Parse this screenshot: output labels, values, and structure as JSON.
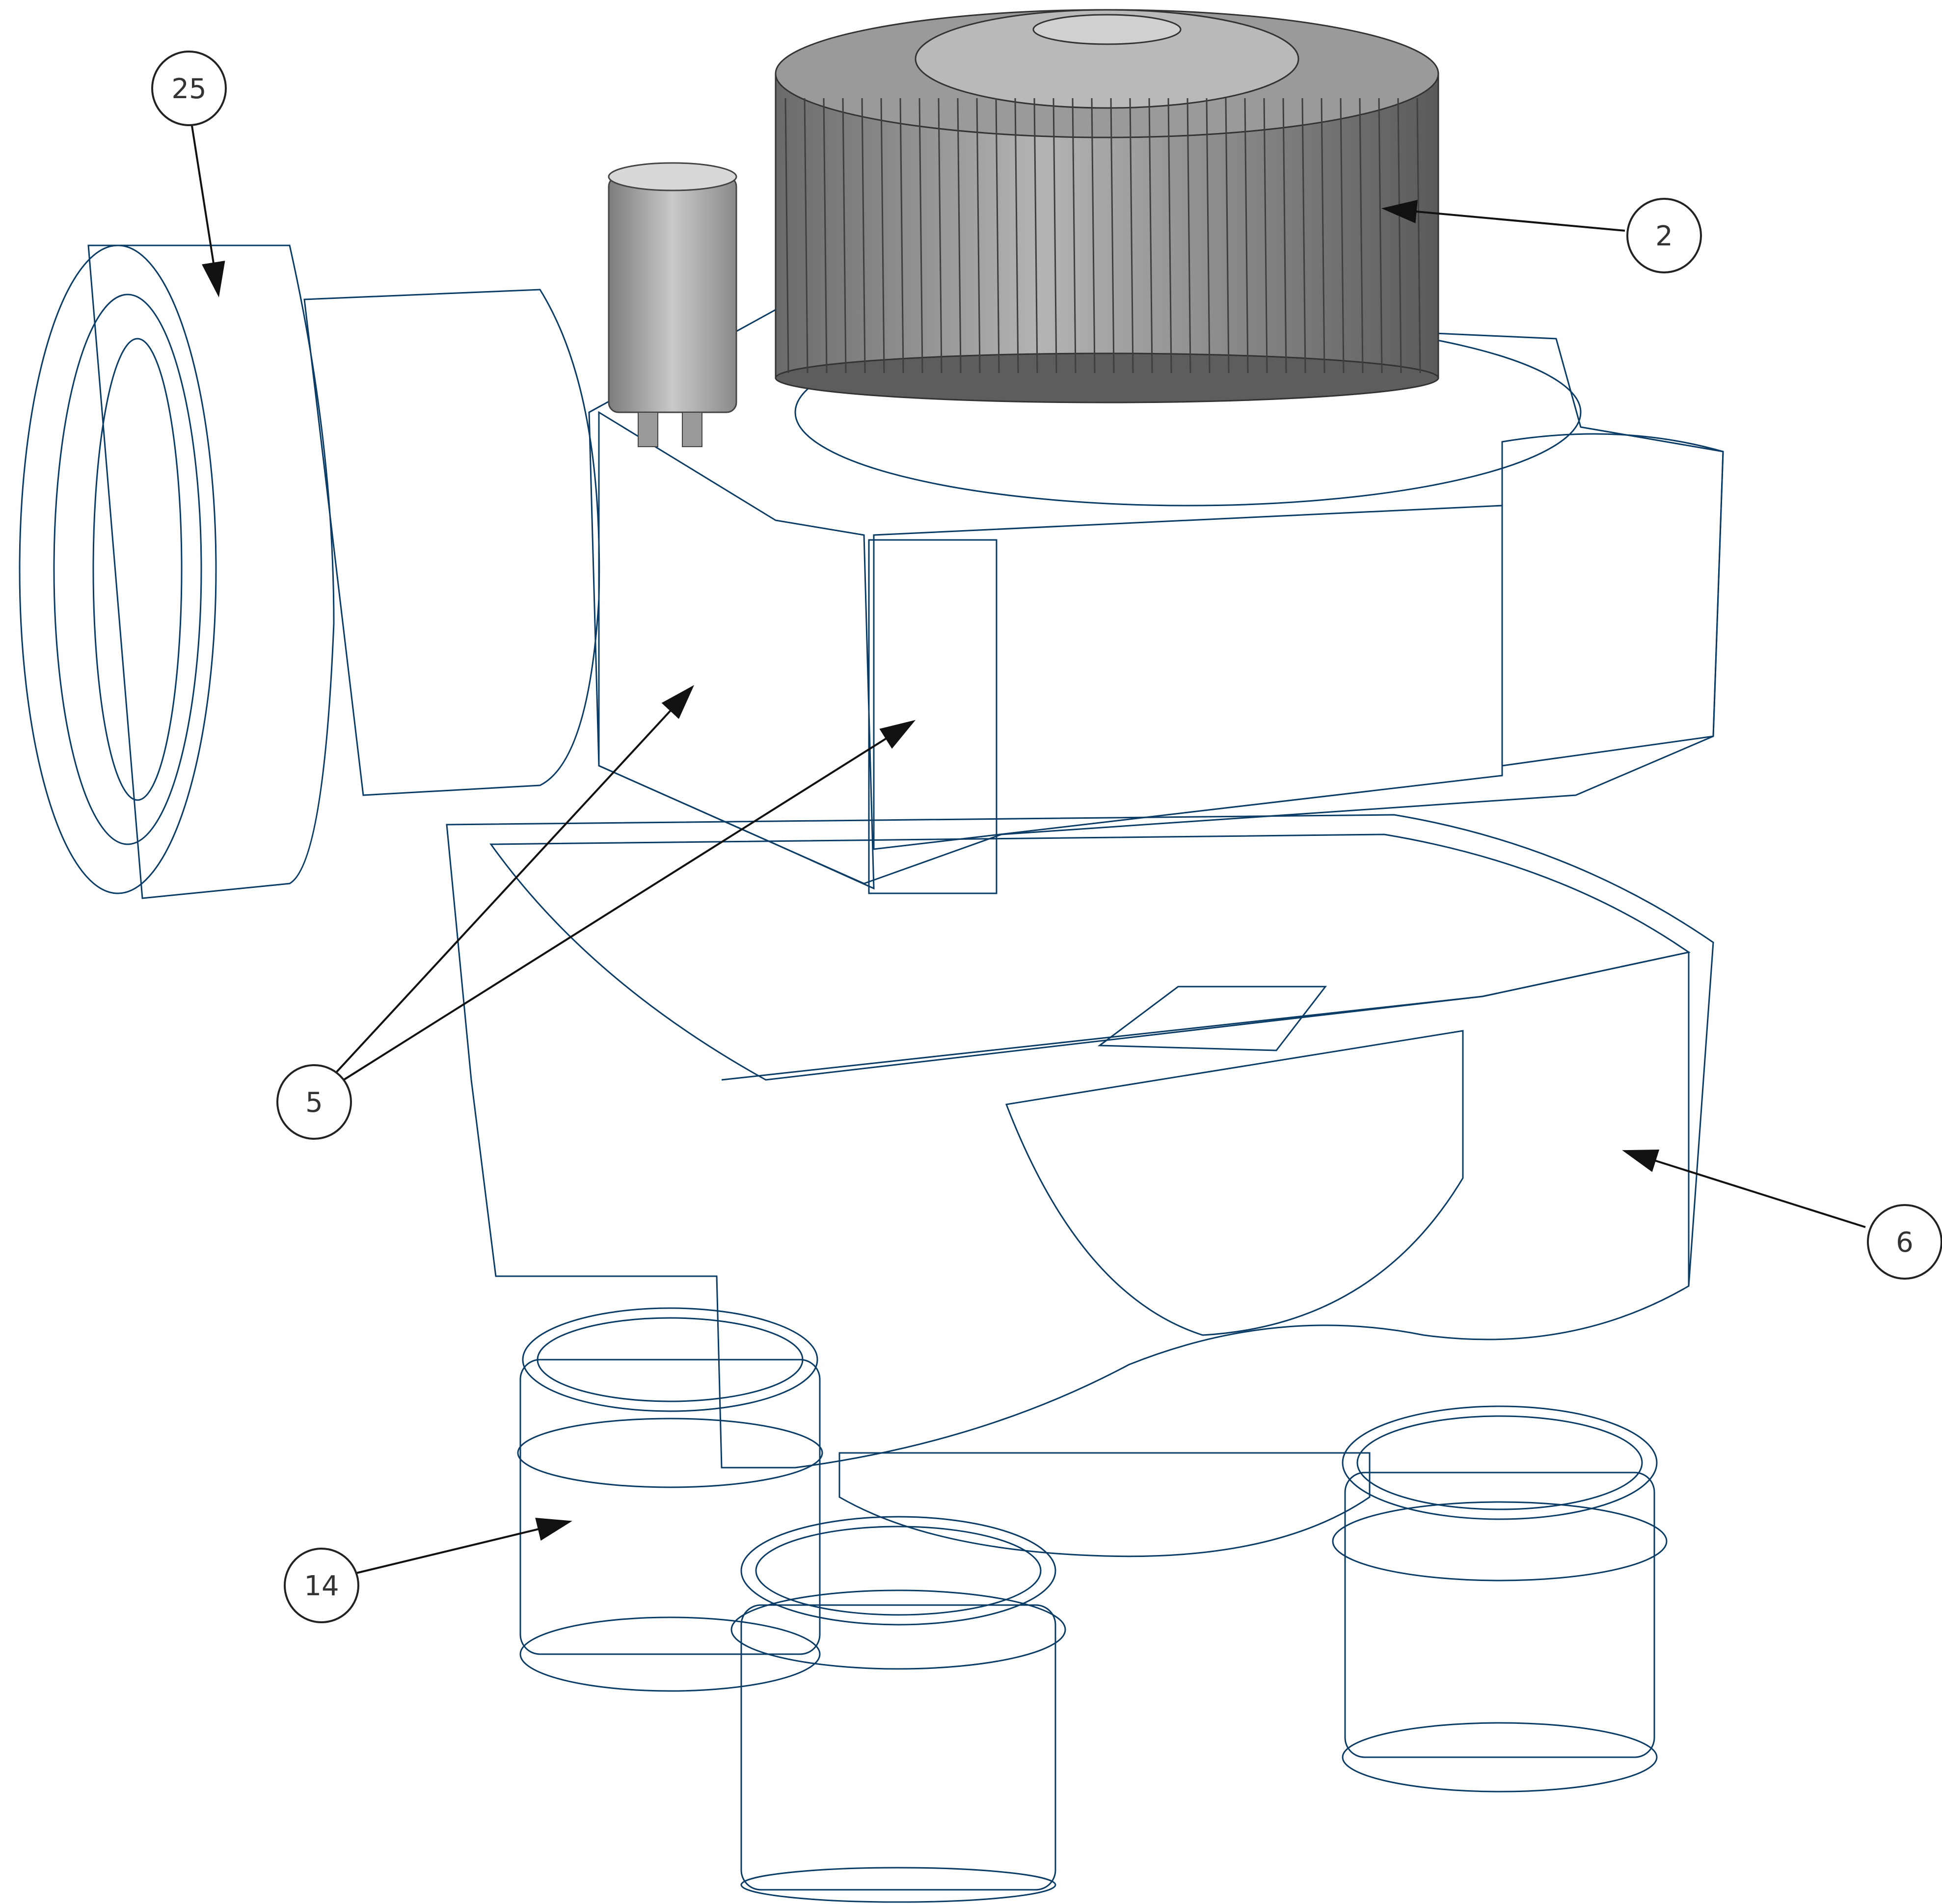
{
  "colors": {
    "body": "#1a8ee8",
    "body_light": "#45b6ff",
    "body_dark": "#0d5fa8",
    "body_deep": "#084a86",
    "fan": "#8e8e8e",
    "fan_dark": "#5d5d5d",
    "capacitor": "#a8a8a8",
    "outline": "#0a3c66"
  },
  "callouts": [
    {
      "id": "25",
      "label": "25"
    },
    {
      "id": "2",
      "label": "2"
    },
    {
      "id": "5",
      "label": "5"
    },
    {
      "id": "6",
      "label": "6"
    },
    {
      "id": "14",
      "label": "14"
    }
  ],
  "parts": {
    "fan_wheel": "fan-wheel",
    "capacitor": "capacitor",
    "upper_housing": "upper-housing",
    "lower_housing": "lower-housing",
    "side_duct_collar": "side-duct-collar",
    "bottom_spigots": "bottom-spigots"
  }
}
